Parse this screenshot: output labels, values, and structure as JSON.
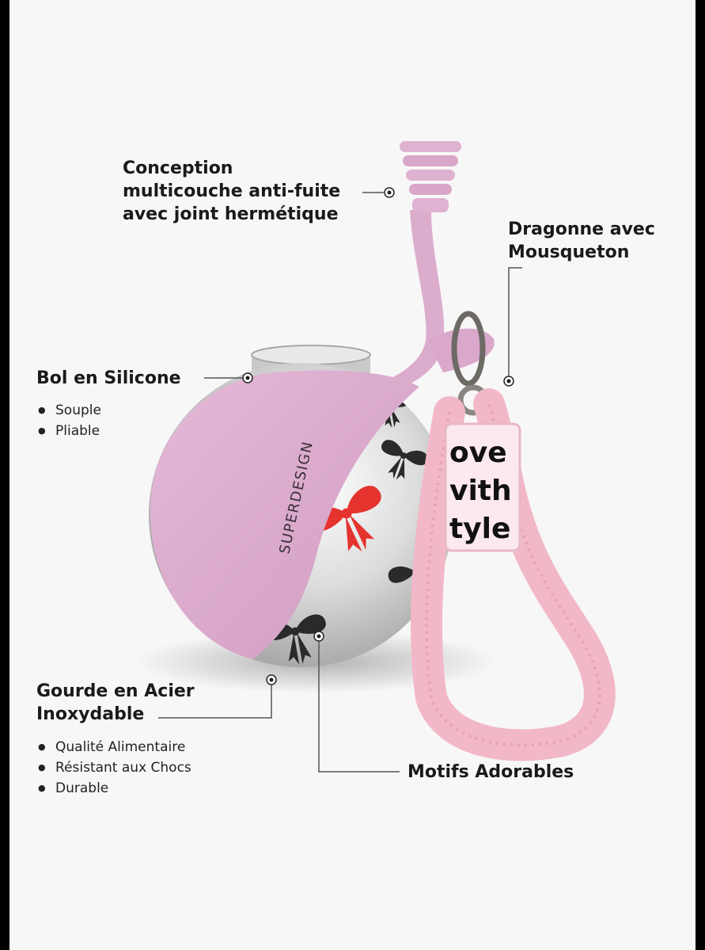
{
  "colors": {
    "background": "#f7f7f7",
    "silicone_pink": "#dcaccd",
    "steel": "#d8d8d8",
    "strap_pink": "#f2b8c8",
    "bow_red": "#e5332e",
    "bow_black": "#2a2a2a",
    "text": "#1a1a1a"
  },
  "callouts": {
    "seal": "Conception\nmulticouche anti-fuite\navec joint hermétique",
    "strap": "Dragonne avec\nMousqueton",
    "bowl": "Bol en Silicone",
    "bowl_bullets": [
      "Souple",
      "Pliable"
    ],
    "bottle": "Gourde en Acier\nInoxydable",
    "bottle_bullets": [
      "Qualité Alimentaire",
      "Résistant aux Chocs",
      "Durable"
    ],
    "patterns": "Motifs Adorables"
  },
  "product": {
    "brand_mark": "SUPERDESIGN",
    "sleeve_lines": [
      "ove",
      "vith",
      "tyle"
    ]
  },
  "icons": [
    "callout-dot-icon",
    "bow-icon",
    "carabiner-icon"
  ]
}
